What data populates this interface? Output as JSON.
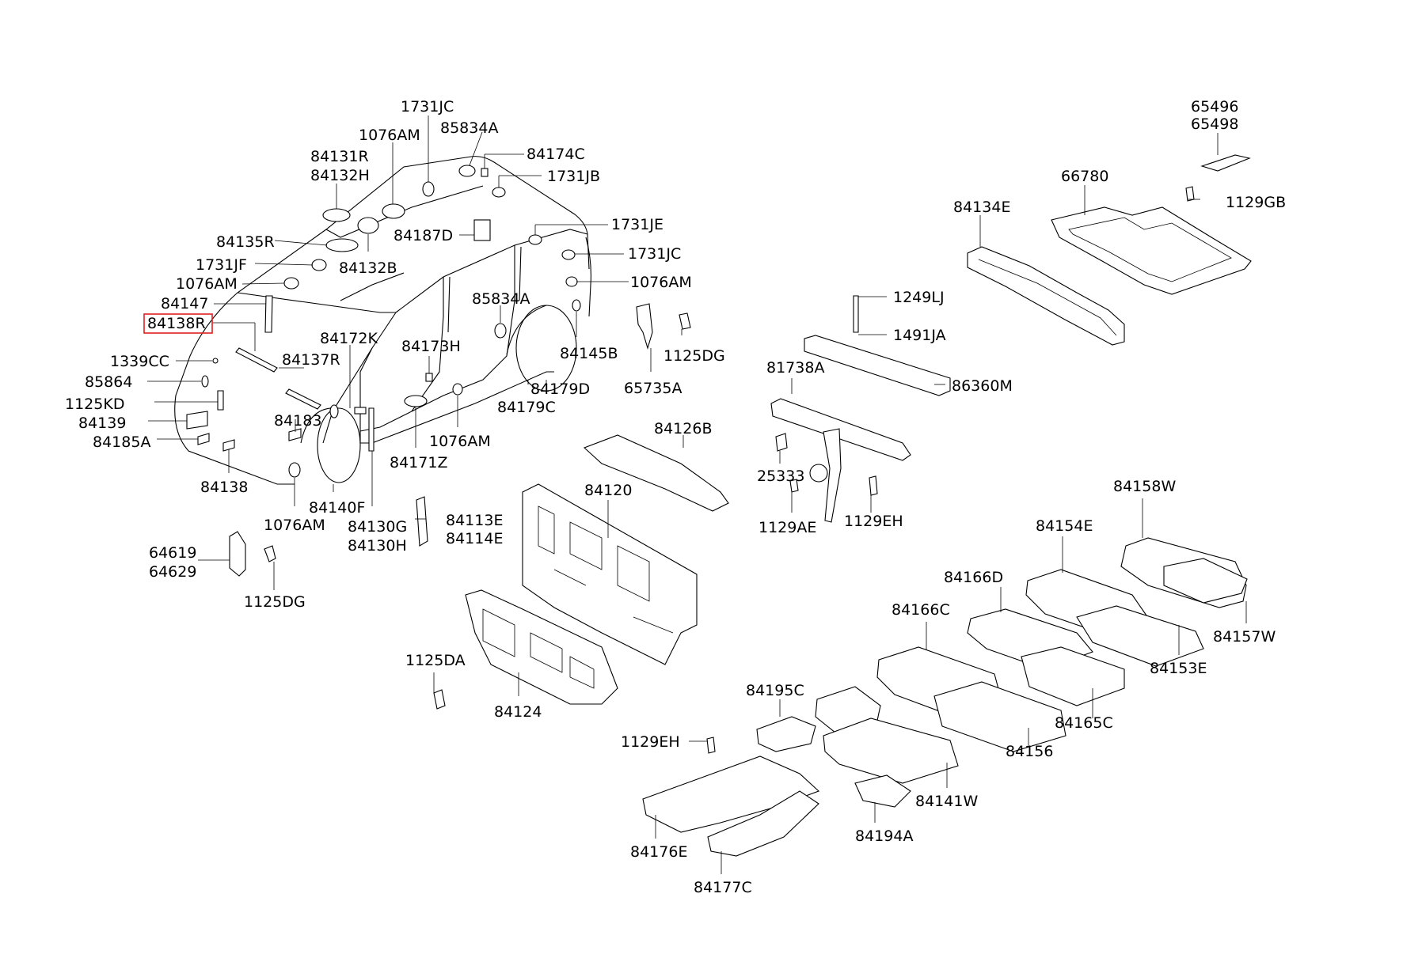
{
  "highlight": {
    "label": "84138R",
    "color": "#e02020"
  },
  "labels": {
    "p1731JC_top": "1731JC",
    "p85834A_top": "85834A",
    "p1076AM_top": "1076AM",
    "p84174C": "84174C",
    "p1731JB": "1731JB",
    "p84131R": "84131R",
    "p84132H": "84132H",
    "p1731JE": "1731JE",
    "p84187D": "84187D",
    "p84135R": "84135R",
    "p1731JC_mid": "1731JC",
    "p1731JF": "1731JF",
    "p84132B": "84132B",
    "p1076AM_left": "1076AM",
    "p1076AM_rear": "1076AM",
    "p84147": "84147",
    "p85834A_mid": "85834A",
    "p84138R": "84138R",
    "p84172K": "84172K",
    "p84173H": "84173H",
    "p84145B": "84145B",
    "p1339CC": "1339CC",
    "p84137R": "84137R",
    "p85864": "85864",
    "p84179D": "84179D",
    "p84179C": "84179C",
    "p1125KD": "1125KD",
    "p84183": "84183",
    "p84139": "84139",
    "p1076AM_bottom": "1076AM",
    "p84185A": "84185A",
    "p84171Z": "84171Z",
    "p84138": "84138",
    "p84140F": "84140F",
    "p1076AM_low": "1076AM",
    "p84130G": "84130G",
    "p84130H": "84130H",
    "p84113E": "84113E",
    "p84114E": "84114E",
    "p64619": "64619",
    "p64629": "64629",
    "p1125DG_left": "1125DG",
    "p65735A": "65735A",
    "p1125DG_mid": "1125DG",
    "p65496": "65496",
    "p65498": "65498",
    "p66780": "66780",
    "p1129GB": "1129GB",
    "p84134E": "84134E",
    "p1249LJ": "1249LJ",
    "p1491JA": "1491JA",
    "p81738A": "81738A",
    "p86360M": "86360M",
    "p84126B": "84126B",
    "p25333": "25333",
    "p1129AE": "1129AE",
    "p1129EH_mid": "1129EH",
    "p84120": "84120",
    "p84158W": "84158W",
    "p84154E": "84154E",
    "p84166D": "84166D",
    "p84166C": "84166C",
    "p84157W": "84157W",
    "p84153E": "84153E",
    "p1125DA": "1125DA",
    "p84124": "84124",
    "p84195C": "84195C",
    "p84165C": "84165C",
    "p84156": "84156",
    "p1129EH_low": "1129EH",
    "p84141W": "84141W",
    "p84176E": "84176E",
    "p84194A": "84194A",
    "p84177C": "84177C"
  }
}
